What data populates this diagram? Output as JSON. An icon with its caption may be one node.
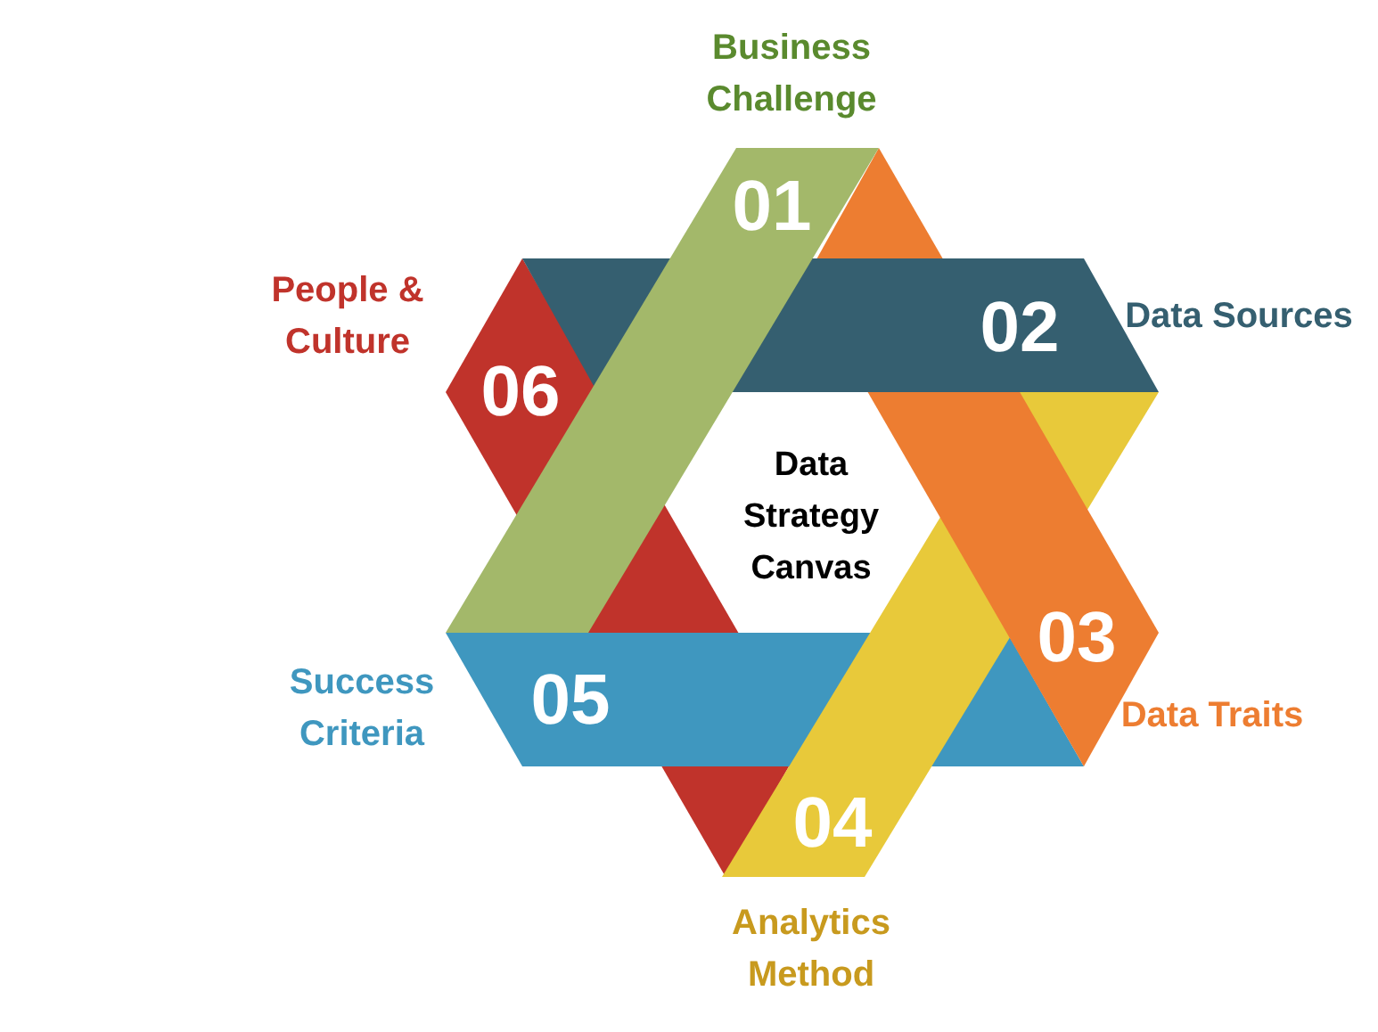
{
  "diagram": {
    "nodes": [
      {
        "text": [
          "01"
        ],
        "beside": [
          "Business Challenge"
        ]
      },
      {
        "text": [
          "02"
        ],
        "beside": [
          "Data Sources"
        ]
      },
      {
        "text": [
          "03"
        ],
        "beside": [
          "Data Traits"
        ]
      },
      {
        "text": [
          "04"
        ],
        "beside": [
          "Analytics Method"
        ]
      },
      {
        "text": [
          "05"
        ],
        "beside": [
          "Success Criteria"
        ]
      },
      {
        "text": [
          "06"
        ],
        "beside": [
          "People & Culture"
        ]
      }
    ],
    "labels": [
      "Data Strategy Canvas"
    ]
  }
}
